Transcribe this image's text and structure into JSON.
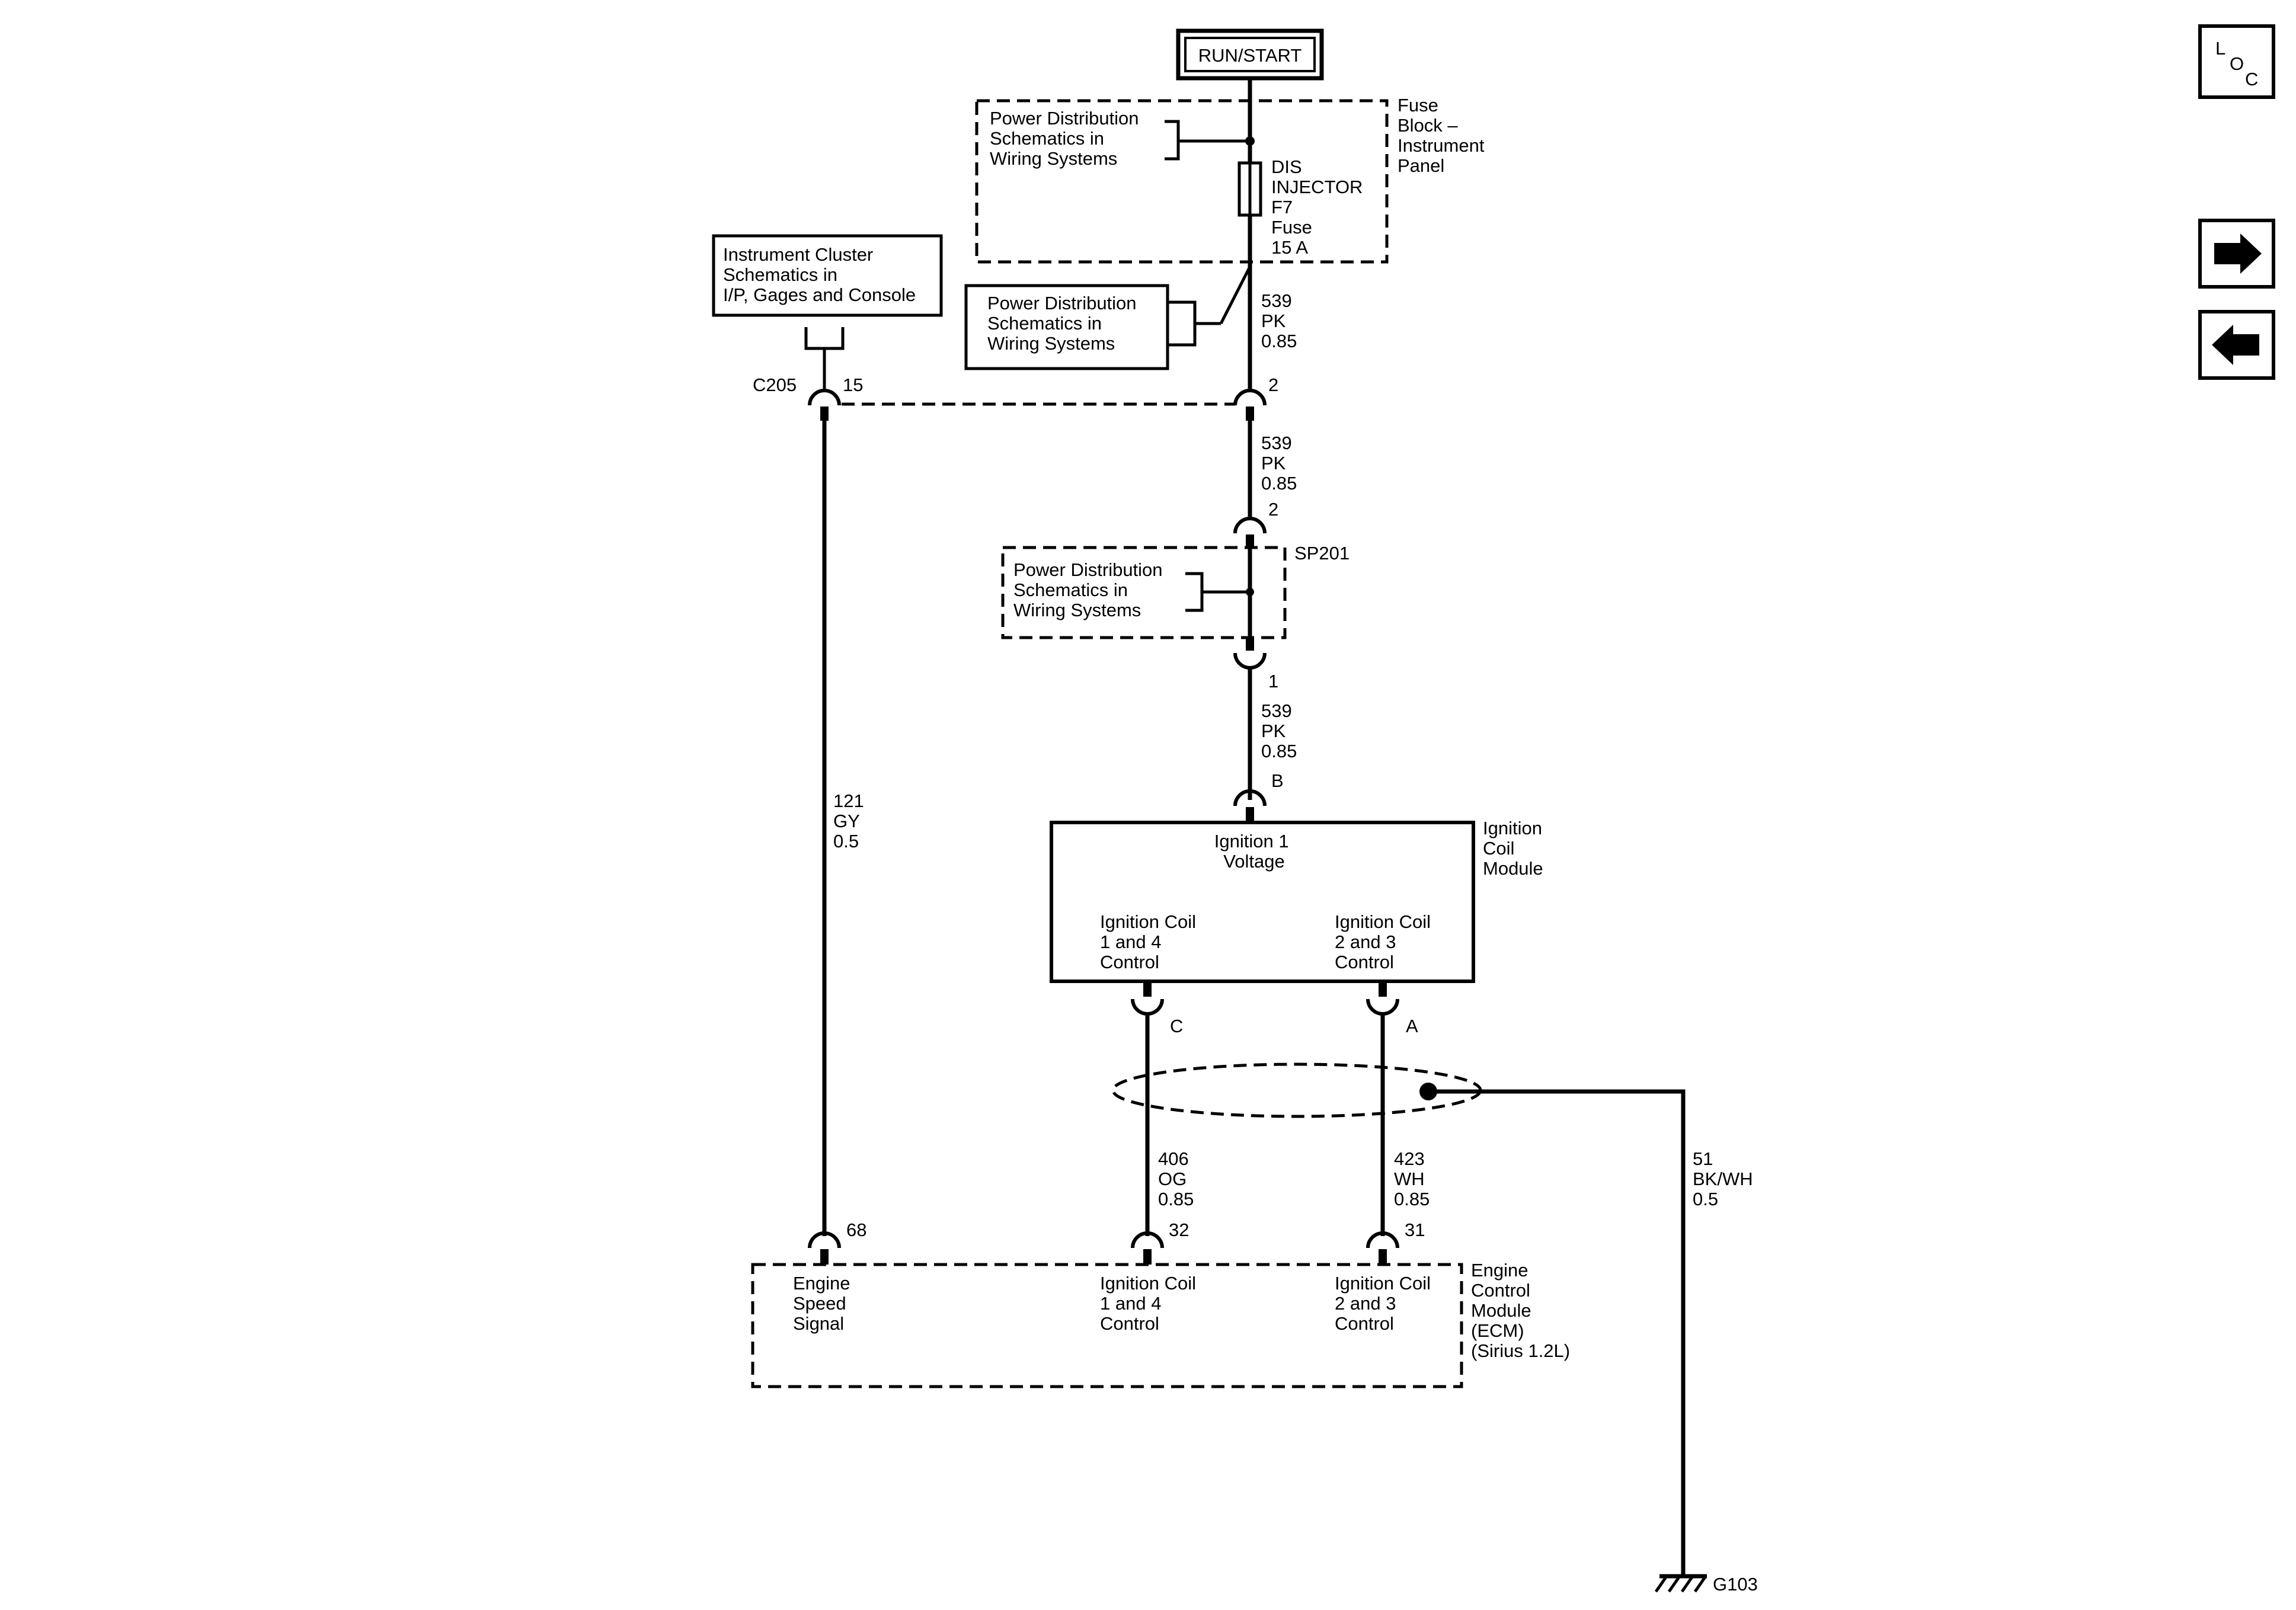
{
  "power_source": "RUN/START",
  "fuse_block": {
    "name": [
      "Fuse",
      "Block –",
      "Instrument",
      "Panel"
    ],
    "ref": [
      "Power Distribution",
      "Schematics in",
      "Wiring Systems"
    ],
    "fuse": [
      "DIS",
      "INJECTOR",
      "F7",
      "Fuse",
      "15 A"
    ]
  },
  "ref_power_dist_2": [
    "Power Distribution",
    "Schematics in",
    "Wiring Systems"
  ],
  "ref_instrument_cluster": [
    "Instrument Cluster",
    "Schematics in",
    "I/P, Gages and Console"
  ],
  "wire_539_a": [
    "539",
    "PK",
    "0.85"
  ],
  "c205": {
    "name": "C205",
    "pin_gy": "15",
    "pin_pk": "2"
  },
  "wire_539_b": [
    "539",
    "PK",
    "0.85"
  ],
  "sp201": {
    "name": "SP201",
    "pin_top": "2",
    "pin_bottom": "1",
    "ref": [
      "Power Distribution",
      "Schematics in",
      "Wiring Systems"
    ]
  },
  "wire_539_c": [
    "539",
    "PK",
    "0.85"
  ],
  "wire_121": [
    "121",
    "GY",
    "0.5"
  ],
  "ignition_coil_module": {
    "name": [
      "Ignition",
      "Coil",
      "Module"
    ],
    "pin_b": "B",
    "voltage": [
      "Ignition 1",
      "Voltage"
    ],
    "control_14": [
      "Ignition Coil",
      "1 and 4",
      "Control"
    ],
    "control_23": [
      "Ignition Coil",
      "2 and 3",
      "Control"
    ],
    "pin_c": "C",
    "pin_a": "A"
  },
  "wire_406": [
    "406",
    "OG",
    "0.85"
  ],
  "wire_423": [
    "423",
    "WH",
    "0.85"
  ],
  "wire_51": [
    "51",
    "BK/WH",
    "0.5"
  ],
  "ecm": {
    "pin_68": "68",
    "pin_32": "32",
    "pin_31": "31",
    "engine_speed": [
      "Engine",
      "Speed",
      "Signal"
    ],
    "control_14": [
      "Ignition Coil",
      "1 and 4",
      "Control"
    ],
    "control_23": [
      "Ignition Coil",
      "2 and 3",
      "Control"
    ],
    "name": [
      "Engine",
      "Control",
      "Module",
      "(ECM)",
      "(Sirius 1.2L)"
    ]
  },
  "ground": "G103",
  "nav": {
    "loc_letters": [
      "L",
      "O",
      "C"
    ],
    "loc_icon": "location-icon",
    "next_icon": "arrow-right-icon",
    "prev_icon": "arrow-left-icon"
  },
  "colors": {
    "ink": "#000000",
    "background": "#ffffff"
  }
}
